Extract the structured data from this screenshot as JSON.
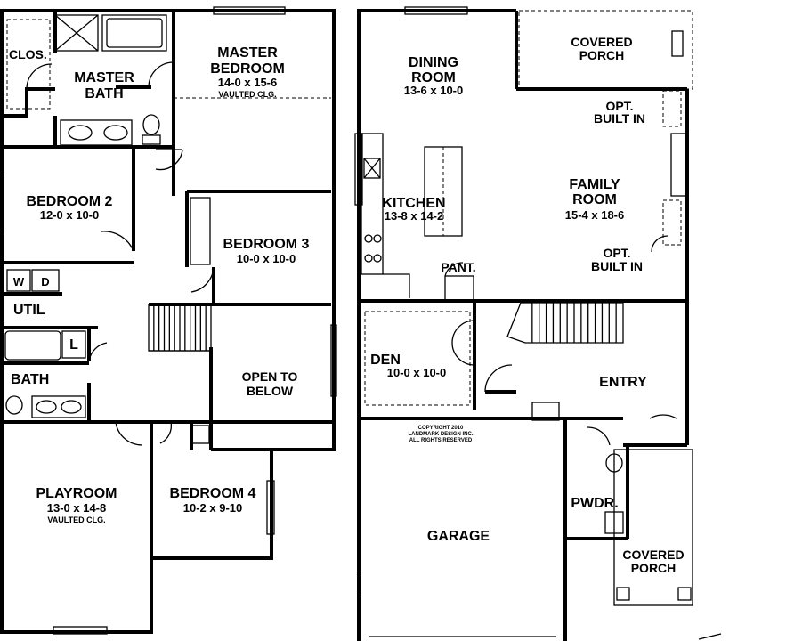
{
  "upper_floor": {
    "closet": "CLOS.",
    "master_bath_line1": "MASTER",
    "master_bath_line2": "BATH",
    "master_bedroom_line1": "MASTER",
    "master_bedroom_line2": "BEDROOM",
    "master_bedroom_size": "14-0 x 15-6",
    "master_bedroom_note": "VAULTED CLG.",
    "bedroom2_name": "BEDROOM 2",
    "bedroom2_size": "12-0 x 10-0",
    "bedroom3_name": "BEDROOM 3",
    "bedroom3_size": "10-0 x 10-0",
    "washer": "W",
    "dryer": "D",
    "util": "UTIL",
    "linen": "L",
    "bath": "BATH",
    "open_line1": "OPEN TO",
    "open_line2": "BELOW",
    "playroom_name": "PLAYROOM",
    "playroom_size": "13-0 x 14-8",
    "playroom_note": "VAULTED CLG.",
    "bedroom4_name": "BEDROOM 4",
    "bedroom4_size": "10-2 x 9-10"
  },
  "main_floor": {
    "dining_line1": "DINING",
    "dining_line2": "ROOM",
    "dining_size": "13-6 x 10-0",
    "covered_porch_top_line1": "COVERED",
    "covered_porch_top_line2": "PORCH",
    "opt_top_line1": "OPT.",
    "opt_top_line2": "BUILT IN",
    "family_line1": "FAMILY",
    "family_line2": "ROOM",
    "family_size": "15-4 x 18-6",
    "opt_bottom_line1": "OPT.",
    "opt_bottom_line2": "BUILT IN",
    "kitchen_name": "KITCHEN",
    "kitchen_size": "13-8 x 14-2",
    "pantry": "PANT.",
    "den_name": "DEN",
    "den_size": "10-0 x 10-0",
    "entry": "ENTRY",
    "copyright_line1": "COPYRIGHT 2010",
    "copyright_line2": "LANDMARK DESIGN INC.",
    "copyright_line3": "ALL RIGHTS RESERVED",
    "garage": "GARAGE",
    "powder": "PWDR.",
    "covered_porch_bottom_line1": "COVERED",
    "covered_porch_bottom_line2": "PORCH"
  }
}
